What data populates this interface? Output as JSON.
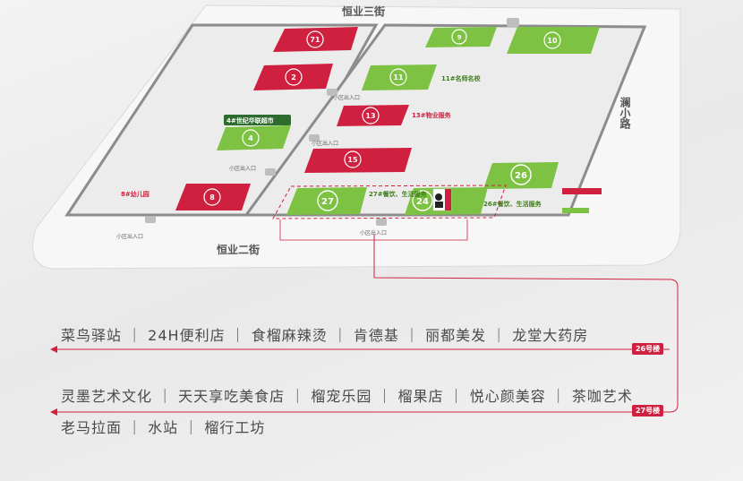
{
  "streets": {
    "top": "恒业三街",
    "bottom": "恒业二街",
    "right": "澜小路"
  },
  "entrances": [
    "小区出入口",
    "小区出入口",
    "小区出入口",
    "小区出入口",
    "小区出入口"
  ],
  "buildings": [
    {
      "id": "b71",
      "label": "71",
      "color": "red"
    },
    {
      "id": "b2",
      "label": "2",
      "color": "red"
    },
    {
      "id": "b4",
      "label": "4",
      "color": "green"
    },
    {
      "id": "b8",
      "label": "8",
      "color": "red"
    },
    {
      "id": "b9",
      "label": "9",
      "color": "green"
    },
    {
      "id": "b10",
      "label": "10",
      "color": "green"
    },
    {
      "id": "b11",
      "label": "11",
      "color": "green"
    },
    {
      "id": "b13",
      "label": "13",
      "color": "red"
    },
    {
      "id": "b15",
      "label": "15",
      "color": "red"
    },
    {
      "id": "b26",
      "label": "26",
      "color": "green"
    },
    {
      "id": "b27",
      "label": "27",
      "color": "green"
    },
    {
      "id": "b24",
      "label": "24",
      "color": "green"
    }
  ],
  "side_labels": {
    "b4": "4#世纪华联超市",
    "b8": "8#幼儿园",
    "b11": "11#名师名校",
    "b13": "13#物业服务",
    "b27": "27#餐饮、生活服务",
    "b26": "26#餐饮、生活服务"
  },
  "tenants": {
    "row26": "菜鸟驿站 ｜ 24H便利店 ｜ 食榴麻辣烫 ｜ 肯德基 ｜ 丽都美发 ｜ 龙堂大药房",
    "row27a": "灵墨艺术文化 ｜ 天天享吃美食店 ｜ 榴宠乐园 ｜ 榴果店 ｜ 悦心颜美容 ｜ 茶咖艺术",
    "row27b": "老马拉面 ｜ 水站 ｜ 榴行工坊"
  },
  "tags": {
    "t26": "26号楼",
    "t27": "27号楼"
  },
  "colors": {
    "red": "#d0203f",
    "green": "#7dc242",
    "line": "#d0203f"
  }
}
